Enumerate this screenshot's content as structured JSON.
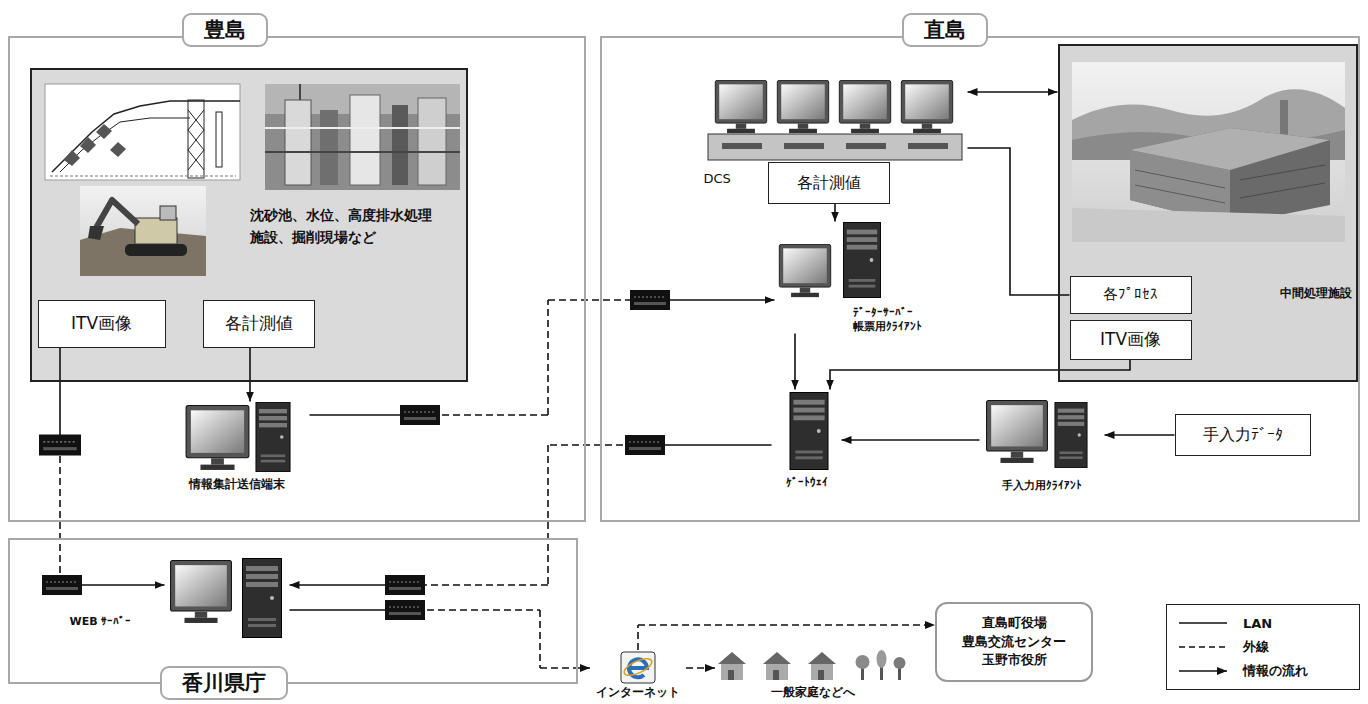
{
  "diagram": {
    "nodes": [
      {
        "text": [
          "豊島"
        ]
      },
      {
        "text": [
          "沈砂池、水位、高度排水処理 施設、掘削現場など"
        ],
        "in": 0
      },
      {
        "text": [
          "ITV画像"
        ],
        "in": 1
      },
      {
        "text": [
          "各計測値"
        ],
        "in": 1
      },
      {
        "text": [
          "情報集計送信端末"
        ],
        "in": 0
      },
      {
        "text": [
          "直島"
        ]
      },
      {
        "text": [
          "DCS"
        ],
        "in": 5
      },
      {
        "text": [
          "各計測値"
        ],
        "in": 6
      },
      {
        "text": [
          "中間処理施設"
        ],
        "in": 5
      },
      {
        "text": [
          "各ﾌﾟﾛｾｽ"
        ],
        "in": 8
      },
      {
        "text": [
          "ITV画像"
        ],
        "in": 8
      },
      {
        "text": [
          "ﾃﾞｰﾀｰｻｰﾊﾞｰ 帳票用ｸﾗｲｱﾝﾄ"
        ],
        "in": 5
      },
      {
        "text": [
          "ｹﾞｰﾄｳｪｲ"
        ],
        "in": 5
      },
      {
        "text": [
          "手入力用ｸﾗｲｱﾝﾄ"
        ],
        "in": 5
      },
      {
        "text": [
          "手入力ﾃﾞｰﾀ"
        ],
        "in": 5
      },
      {
        "text": [
          "香川県庁"
        ]
      },
      {
        "text": [
          "WEB ｻｰﾊﾞｰ"
        ],
        "in": 15
      },
      {
        "text": [
          "インターネット"
        ]
      },
      {
        "text": [
          "直島町役場 豊島交流センター 玉野市役所"
        ]
      },
      {
        "text": [
          "一般家庭などへ"
        ]
      }
    ],
    "edges": [
      {
        "from": 2,
        "to": 16,
        "arrow": "to"
      },
      {
        "from": 3,
        "to": 4,
        "arrow": "to"
      },
      {
        "from": 4,
        "to": 11,
        "arrow": "to"
      },
      {
        "from": 7,
        "to": 11,
        "arrow": "to"
      },
      {
        "from": 6,
        "to": 8,
        "arrow": "both"
      },
      {
        "from": 6,
        "to": 9,
        "arrow": "none"
      },
      {
        "from": 11,
        "to": 12,
        "arrow": "to"
      },
      {
        "from": 10,
        "to": 12,
        "arrow": "to"
      },
      {
        "from": 13,
        "to": 12,
        "arrow": "to"
      },
      {
        "from": 14,
        "to": 13,
        "arrow": "to"
      },
      {
        "from": 12,
        "to": 16,
        "arrow": "to"
      },
      {
        "from": 16,
        "to": 17,
        "arrow": "to"
      },
      {
        "from": 17,
        "to": 18,
        "arrow": "to"
      },
      {
        "from": 17,
        "to": 19,
        "arrow": "to"
      }
    ],
    "legend": [
      {
        "text": "LAN"
      },
      {
        "text": "外線"
      },
      {
        "text": "情報の流れ"
      }
    ]
  }
}
